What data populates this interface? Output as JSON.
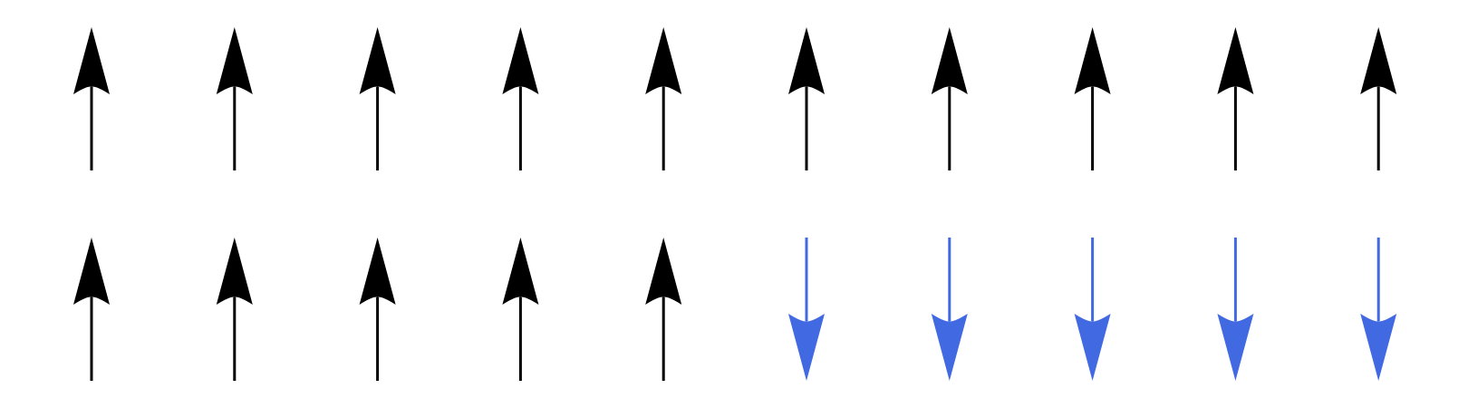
{
  "diagram": {
    "type": "arrow-grid",
    "colors": {
      "up": "#000000",
      "down": "#4169e1",
      "background": "#ffffff"
    },
    "rows": [
      {
        "name": "top-row",
        "arrows": [
          "up",
          "up",
          "up",
          "up",
          "up",
          "up",
          "up",
          "up",
          "up",
          "up"
        ]
      },
      {
        "name": "bottom-row",
        "arrows": [
          "up",
          "up",
          "up",
          "up",
          "up",
          "down",
          "down",
          "down",
          "down",
          "down"
        ]
      }
    ]
  }
}
